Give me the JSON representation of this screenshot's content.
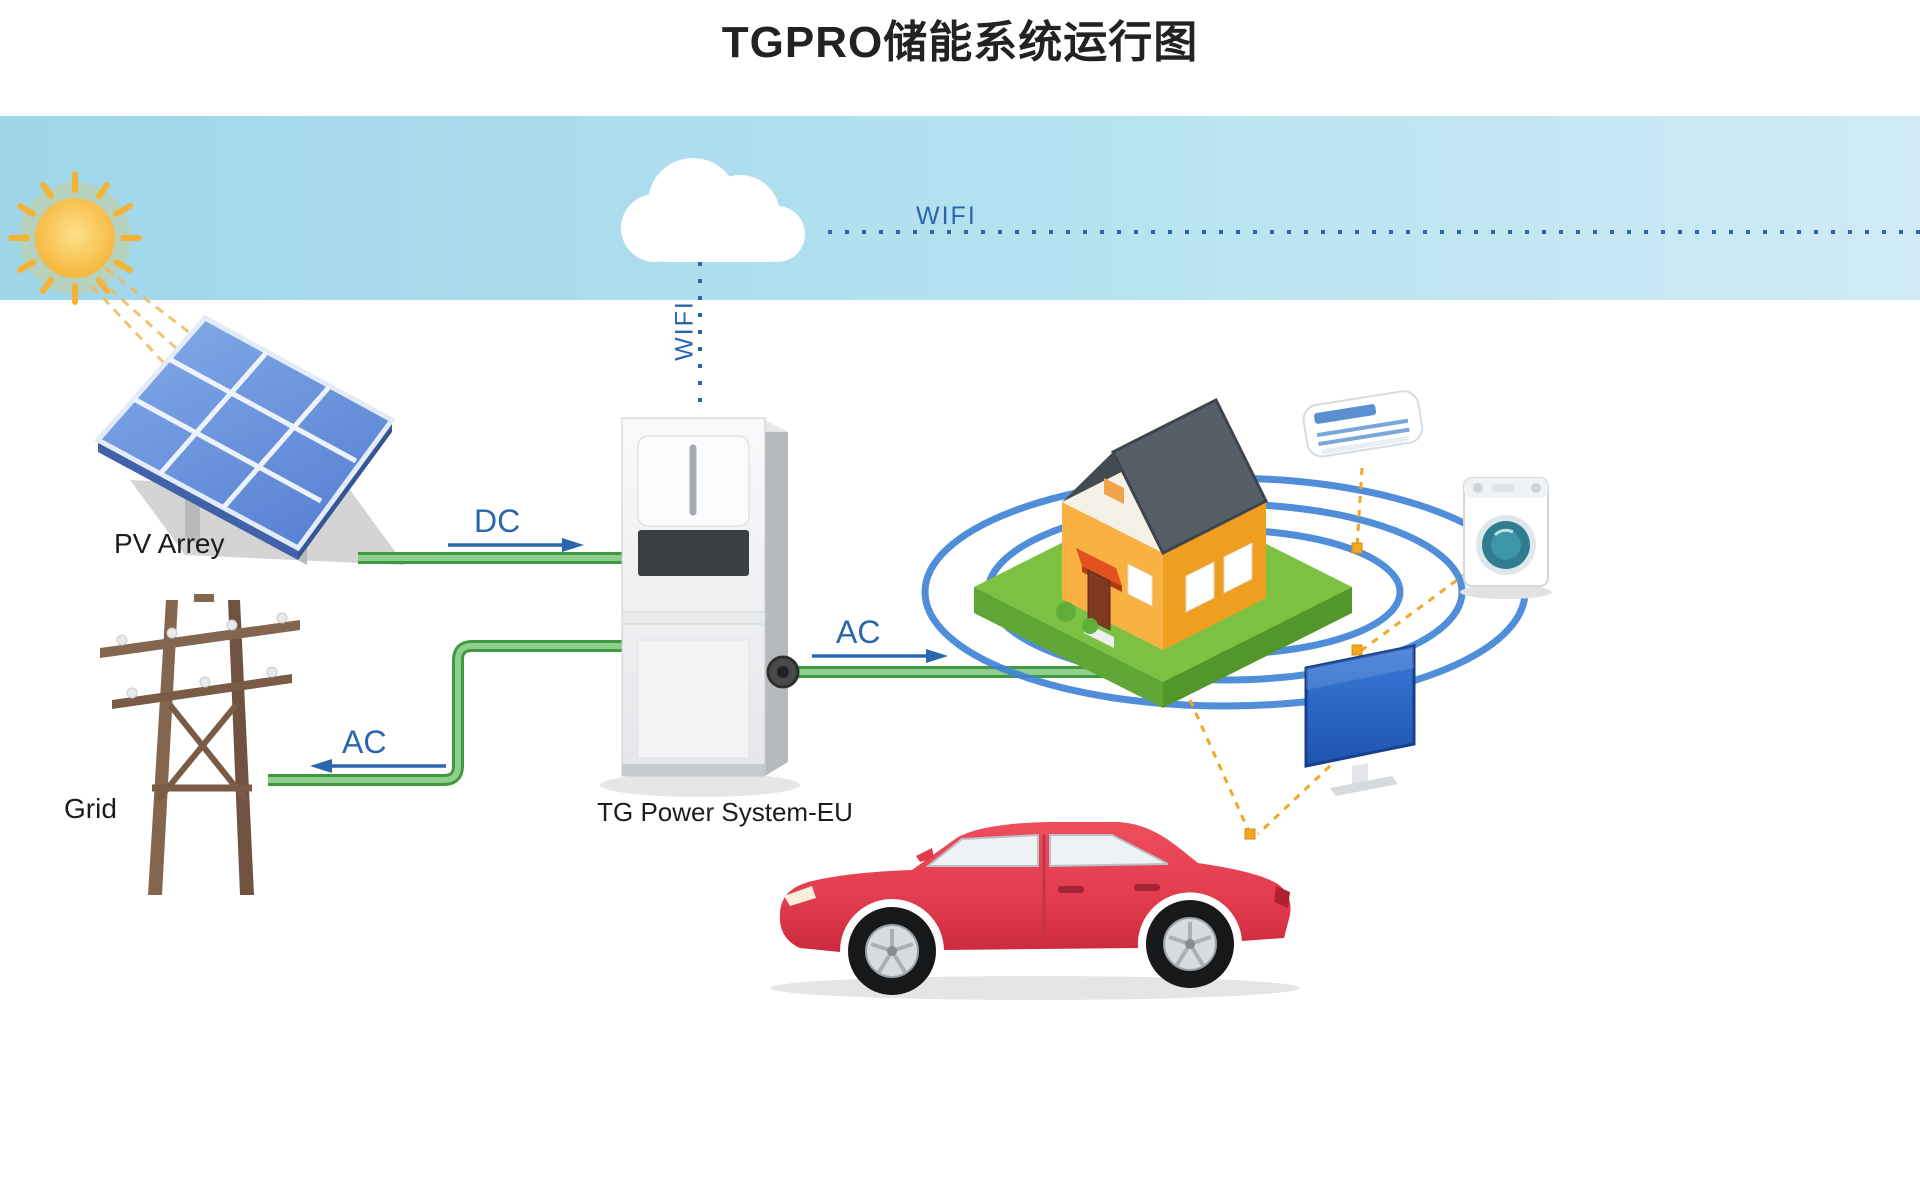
{
  "title": "TGPRO储能系统运行图",
  "nodes": {
    "pv_label": "PV Arrey",
    "grid_label": "Grid",
    "inverter_label": "TG Power System-EU"
  },
  "flows": {
    "dc_label": "DC",
    "ac_to_grid_label": "AC",
    "ac_to_house_label": "AC",
    "wifi_horizontal_label": "WIFI",
    "wifi_vertical_label": "WIFI"
  },
  "colors": {
    "sky_blue": "#a8dcee",
    "label_blue": "#2a66ad",
    "flow_green": "#4ca64c",
    "dashed_orange": "#f5a623",
    "ring_blue": "#3f82d6",
    "sun_yellow": "#f5b335",
    "panel_blue": "#6f9ce2",
    "house_orange": "#f2a024",
    "grass_green": "#7cc142",
    "car_red": "#e23b4e"
  },
  "icons": [
    "sun-icon",
    "cloud-icon",
    "solar-panel-icon",
    "power-pole-icon",
    "inverter-icon",
    "house-icon",
    "wifi-ring-icon",
    "air-conditioner-icon",
    "washing-machine-icon",
    "tv-icon",
    "car-icon"
  ]
}
